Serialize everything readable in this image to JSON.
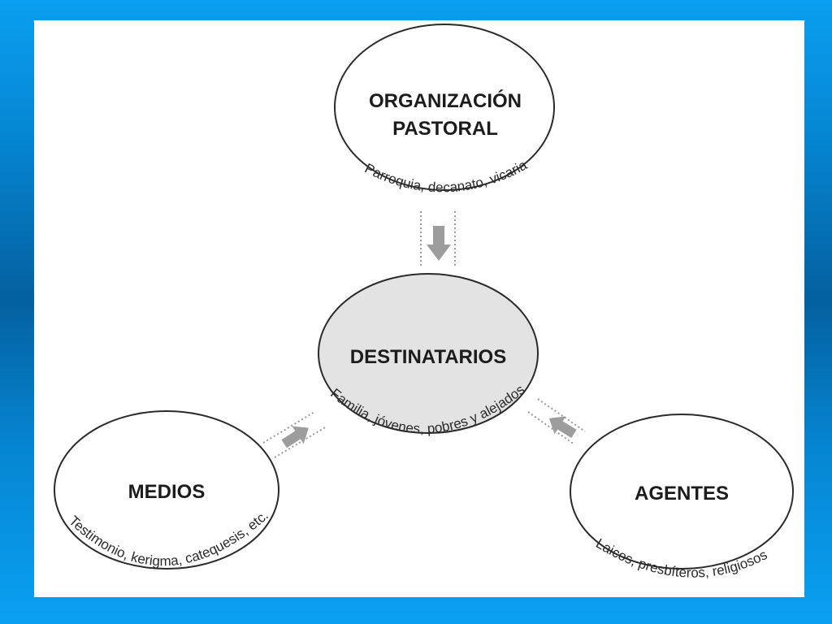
{
  "diagram": {
    "top": {
      "title_line1": "ORGANIZACIÓN",
      "title_line2": "PASTORAL",
      "caption": "Parroquia, decanato, vicaria"
    },
    "center": {
      "title": "DESTINATARIOS",
      "caption": "Familia, jóvenes, pobres y alejados"
    },
    "left": {
      "title": "MEDIOS",
      "caption": "Testimonio, kerigma, catequesis, etc."
    },
    "right": {
      "title": "AGENTES",
      "caption": "Laicos, presbíteros, religiosos"
    },
    "colors": {
      "background_blue": "#0586d2",
      "center_fill": "#e3e3e3",
      "arrow": "#9d9d9d"
    }
  }
}
